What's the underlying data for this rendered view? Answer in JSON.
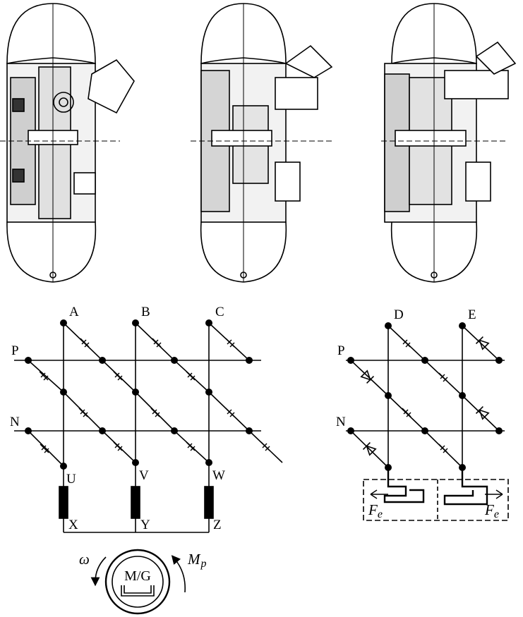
{
  "circuit_left": {
    "upper_terminals": [
      "A",
      "B",
      "C"
    ],
    "bus_labels": [
      "P",
      "N"
    ],
    "lower_terminals": [
      "U",
      "V",
      "W"
    ],
    "winding_ends": [
      "X",
      "Y",
      "Z"
    ]
  },
  "circuit_right": {
    "upper_terminals": [
      "D",
      "E"
    ],
    "bus_labels": [
      "P",
      "N"
    ],
    "force_symbol": "F",
    "force_subscript": "e"
  },
  "machine": {
    "label": "M/G",
    "omega": "ω",
    "torque_symbol": "M",
    "torque_subscript": "p"
  }
}
